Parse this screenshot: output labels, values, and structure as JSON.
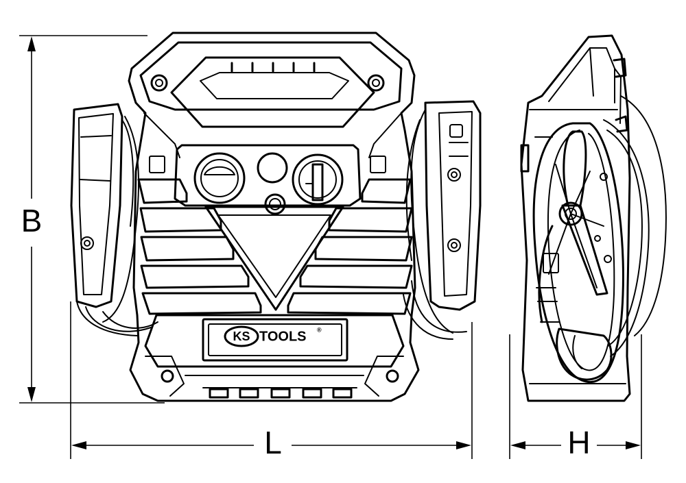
{
  "dimensions": {
    "height_label": "B",
    "length_label": "L",
    "depth_label": "H"
  },
  "logo": {
    "brand_ks": "KS",
    "brand_tools": "TOOLS",
    "registered": "®"
  },
  "colors": {
    "line": "#000000",
    "background": "#ffffff"
  }
}
